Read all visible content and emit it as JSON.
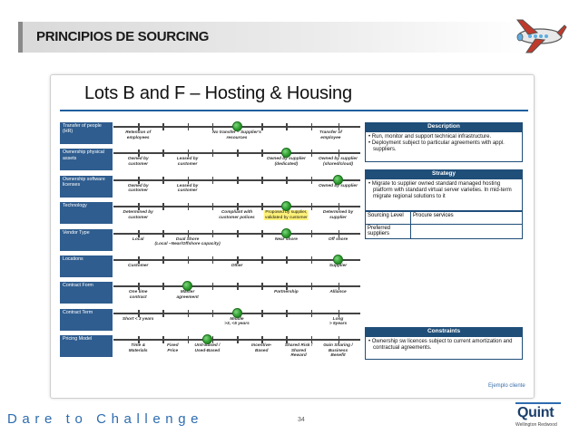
{
  "header": {
    "title": "PRINCIPIOS DE SOURCING"
  },
  "card": {
    "title": "Lots B and F – Hosting & Housing"
  },
  "rows": [
    {
      "label": "Transfer of people (HR)",
      "options": [
        {
          "text": "Retention of\nemployees",
          "pos": 0.1
        },
        {
          "text": "No transfer – Supplier's\nresources",
          "pos": 0.5
        },
        {
          "text": "Transfer of\nemployee",
          "pos": 0.88
        }
      ],
      "selected": 0.5
    },
    {
      "label": "Ownership physical assets",
      "options": [
        {
          "text": "Owned by\ncustomer",
          "pos": 0.1
        },
        {
          "text": "Leased by\ncustomer",
          "pos": 0.3
        },
        {
          "text": "Owned by supplier\n(dedicated)",
          "pos": 0.7
        },
        {
          "text": "Owned by supplier\n(shared/cloud)",
          "pos": 0.91
        }
      ],
      "selected": 0.7
    },
    {
      "label": "Ownership software licenses",
      "options": [
        {
          "text": "Owned by\ncustomer",
          "pos": 0.1
        },
        {
          "text": "Leased by\ncustomer",
          "pos": 0.3
        },
        {
          "text": "Owned by supplier",
          "pos": 0.91
        }
      ],
      "selected": 0.91
    },
    {
      "label": "Technology",
      "options": [
        {
          "text": "Determined by\ncustomer",
          "pos": 0.1
        },
        {
          "text": "Compliant with\ncustomer polices",
          "pos": 0.5
        },
        {
          "text": "Proposed by supplier,\nvalidated by customer",
          "pos": 0.7,
          "highlight": true
        },
        {
          "text": "Determined by\nsupplier",
          "pos": 0.91
        }
      ],
      "selected": 0.7
    },
    {
      "label": "Vendor Type",
      "options": [
        {
          "text": "Local",
          "pos": 0.1
        },
        {
          "text": "Dual Shore\n(Local –Near/Offshore capacity)",
          "pos": 0.3
        },
        {
          "text": "Near shore",
          "pos": 0.7
        },
        {
          "text": "Off shore",
          "pos": 0.91
        }
      ],
      "selected": 0.7
    },
    {
      "label": "Locations",
      "options": [
        {
          "text": "Customer",
          "pos": 0.1
        },
        {
          "text": "Other",
          "pos": 0.5
        },
        {
          "text": "Supplier",
          "pos": 0.91
        }
      ],
      "selected": 0.91
    },
    {
      "label": "Contract Form",
      "options": [
        {
          "text": "One time\ncontract",
          "pos": 0.1
        },
        {
          "text": "Master\nagreement",
          "pos": 0.3
        },
        {
          "text": "Partnership",
          "pos": 0.7
        },
        {
          "text": "Alliance",
          "pos": 0.91
        }
      ],
      "selected": 0.3
    },
    {
      "label": "Contract Term",
      "options": [
        {
          "text": "Short < 3 years",
          "pos": 0.1
        },
        {
          "text": "Middle\n>3, <5 years",
          "pos": 0.5
        },
        {
          "text": "Long\n> 5years",
          "pos": 0.91
        }
      ],
      "selected": 0.5
    },
    {
      "label": "Pricing Model",
      "options": [
        {
          "text": "Time &\nMaterials",
          "pos": 0.1
        },
        {
          "text": "Fixed\nPrice",
          "pos": 0.24
        },
        {
          "text": "Unit-Based /\nUsed-Based",
          "pos": 0.38
        },
        {
          "text": "Incentive-\nBased",
          "pos": 0.6
        },
        {
          "text": "Shared Risk /\nShared\nReward",
          "pos": 0.75
        },
        {
          "text": "Gain Sharing /\nBusiness\nBenefit",
          "pos": 0.91
        }
      ],
      "selected": 0.38
    }
  ],
  "description": {
    "title": "Description",
    "items": [
      "• Run, monitor and support technical infrastructure.",
      "• Deployment subject to particular agreements with appl. suppliers."
    ]
  },
  "strategy": {
    "title": "Strategy",
    "items": [
      "• Migrate to supplier owned standard managed hosting platform with standard virtual server varieties. In mid-term migrate regional solutions to it"
    ],
    "table": [
      {
        "key": "Sourcing Level",
        "value": "Procure services"
      },
      {
        "key": "Preferred suppliers",
        "value": ""
      }
    ]
  },
  "constraints": {
    "title": "Constraints",
    "items": [
      "• Ownership sw licences subject to current amortization and contractual agreements."
    ]
  },
  "example_label": "Ejemplo cliente",
  "footer": {
    "tagline": "Dare to Challenge",
    "page_number": "34",
    "logo_name": "Quint",
    "logo_sub": "Wellington Redwood"
  }
}
